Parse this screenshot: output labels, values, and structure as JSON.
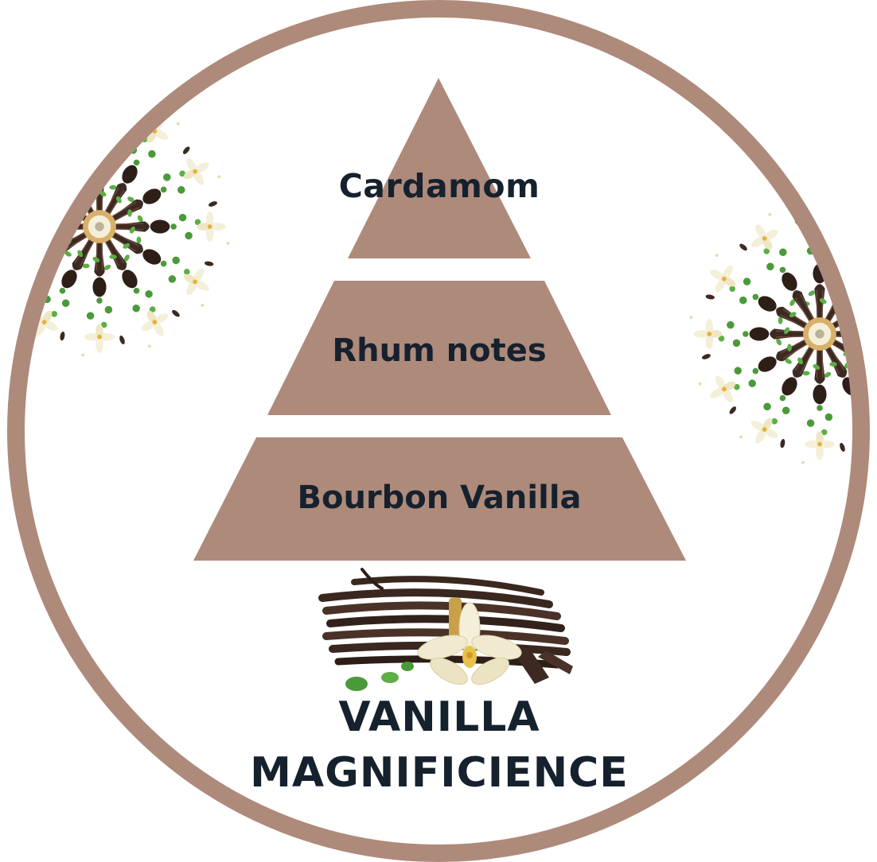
{
  "pyramid": {
    "top_note": "Cardamom",
    "heart_note": "Rhum notes",
    "base_note": "Bourbon Vanilla"
  },
  "product": {
    "name_line_1": "VANILLA",
    "name_line_2": "MAGNIFICIENCE"
  },
  "colors": {
    "ring": "#ae8a7b",
    "tier_fill": "#ae8a7b",
    "text": "#16212e",
    "vanilla_pod": "#3c2a22",
    "flower": "#f4efd8",
    "leaf": "#4a9a3a"
  },
  "icons": [
    "vanilla-flower-cluster-icon",
    "vanilla-pods-bundle-icon",
    "vanilla-flower-icon",
    "leaf-icon"
  ]
}
